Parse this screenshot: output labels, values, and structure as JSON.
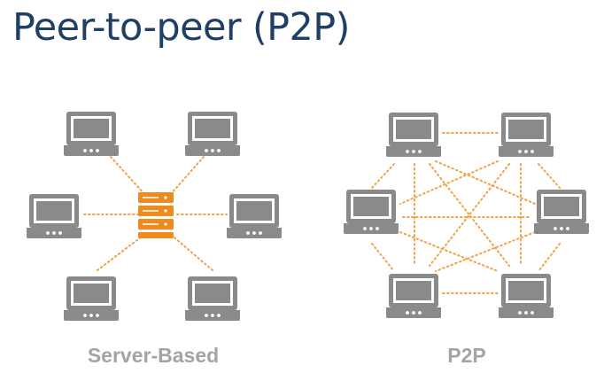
{
  "page": {
    "title": "Peer-to-peer (P2P)"
  },
  "colors": {
    "title": "#1f3f66",
    "laptop": "#8a8a8a",
    "link": "#f0a348",
    "server": "#f08a1f",
    "caption": "#a4a4a4"
  },
  "diagrams": [
    {
      "caption": "Server-Based",
      "center_icon": "server-icon",
      "node_icon": "laptop-icon",
      "node_count": 6,
      "topology": "star"
    },
    {
      "caption": "P2P",
      "node_icon": "laptop-icon",
      "node_count": 6,
      "topology": "full-mesh"
    }
  ]
}
